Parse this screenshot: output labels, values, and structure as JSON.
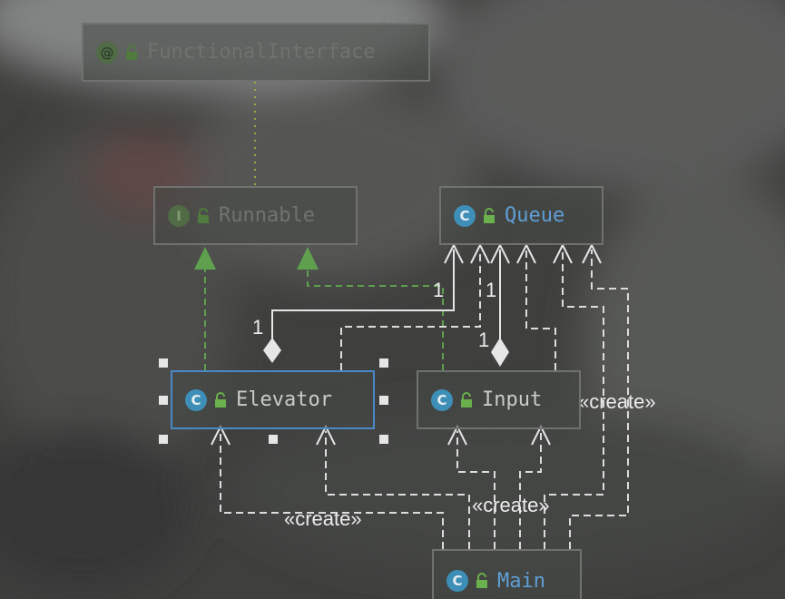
{
  "nodes": {
    "functional_interface": {
      "name": "FunctionalInterface",
      "kind": "annotation",
      "badge": "@"
    },
    "runnable": {
      "name": "Runnable",
      "kind": "interface",
      "badge": "I"
    },
    "queue": {
      "name": "Queue",
      "kind": "class",
      "badge": "C"
    },
    "elevator": {
      "name": "Elevator",
      "kind": "class",
      "badge": "C",
      "selected": true
    },
    "input": {
      "name": "Input",
      "kind": "class",
      "badge": "C"
    },
    "main": {
      "name": "Main",
      "kind": "class",
      "badge": "C"
    }
  },
  "edge_labels": {
    "create_input": "«create»",
    "create_elevator": "«create»",
    "create_queue": "«create»",
    "mult_elevator_queue": "1",
    "mult_queue_elevator": "1",
    "mult_queue_input": "1",
    "mult_input_queue": "1"
  },
  "colors": {
    "class_badge": "#3e8fb7",
    "interface_badge": "#5b8a47",
    "selected_border": "#4a88c7",
    "inheritance_edge": "#5fa04f",
    "create_edge": "#e0e0e0"
  }
}
